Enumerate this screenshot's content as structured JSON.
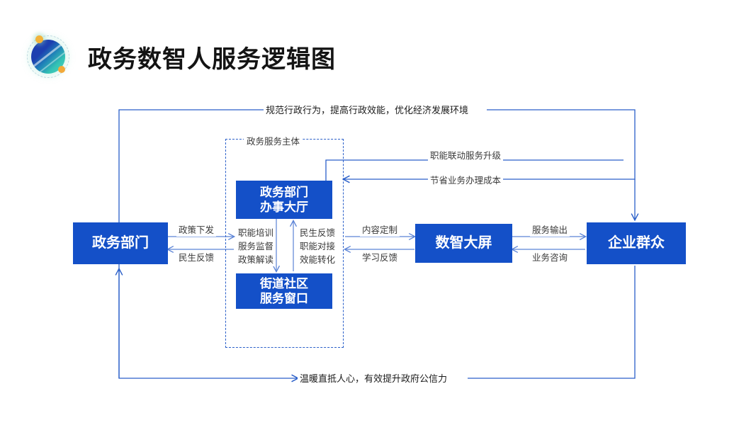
{
  "header": {
    "title": "政务数智人服务逻辑图",
    "logo_name": "brand-orb-logo"
  },
  "diagram": {
    "type": "flow-logic-diagram",
    "top_banner": "规范行政行为，提高行政效能，优化经济发展环境",
    "bottom_banner": "温暖直抵人心，有效提升政府公信力",
    "group_label": "政务服务主体",
    "nodes": {
      "gov_dept": "政务部门",
      "gov_hall": "政务部门\n办事大厅",
      "gov_hall_l1": "政务部门",
      "gov_hall_l2": "办事大厅",
      "street_window_l1": "街道社区",
      "street_window_l2": "服务窗口",
      "smart_screen": "数智大屏",
      "enterprise_public": "企业群众"
    },
    "edges": {
      "policy_down": "政策下发",
      "livelihood_feedback_left": "民生反馈",
      "inner_down": "职能培训\n服务监督\n政策解读",
      "inner_down_l1": "职能培训",
      "inner_down_l2": "服务监督",
      "inner_down_l3": "政策解读",
      "inner_up_l1": "民生反馈",
      "inner_up_l2": "职能对接",
      "inner_up_l3": "效能转化",
      "content_custom": "内容定制",
      "learning_feedback": "学习反馈",
      "service_output": "服务输出",
      "business_consult": "业务咨询",
      "function_linkage": "职能联动服务升级",
      "cost_saving": "节省业务办理成本"
    }
  },
  "colors": {
    "box_blue": "#1450c8",
    "line_blue": "#2a5fc9",
    "line_light": "#5b83d6",
    "text_dark": "#141414",
    "label_gray": "#3a3a3a"
  }
}
